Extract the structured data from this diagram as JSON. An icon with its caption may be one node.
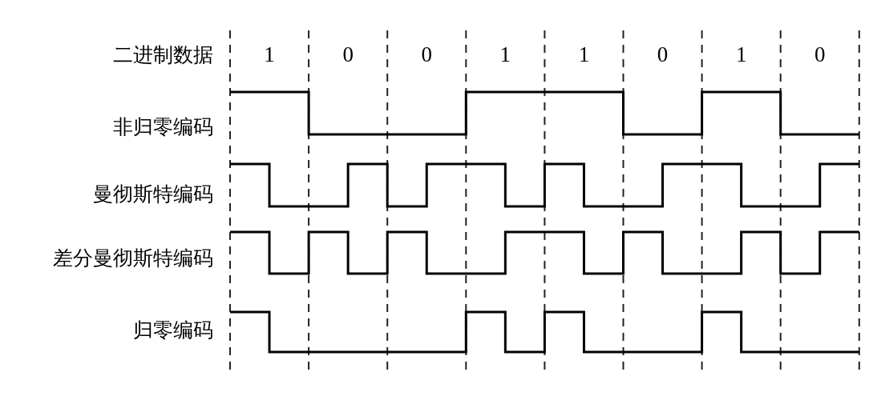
{
  "diagram": {
    "labels": [
      "二进制数据",
      "1",
      "0",
      "0",
      "1",
      "1",
      "0",
      "1",
      "0",
      "非归零编码",
      "曼彻斯特编码",
      "差分曼彻斯特编码",
      "归零编码"
    ]
  }
}
